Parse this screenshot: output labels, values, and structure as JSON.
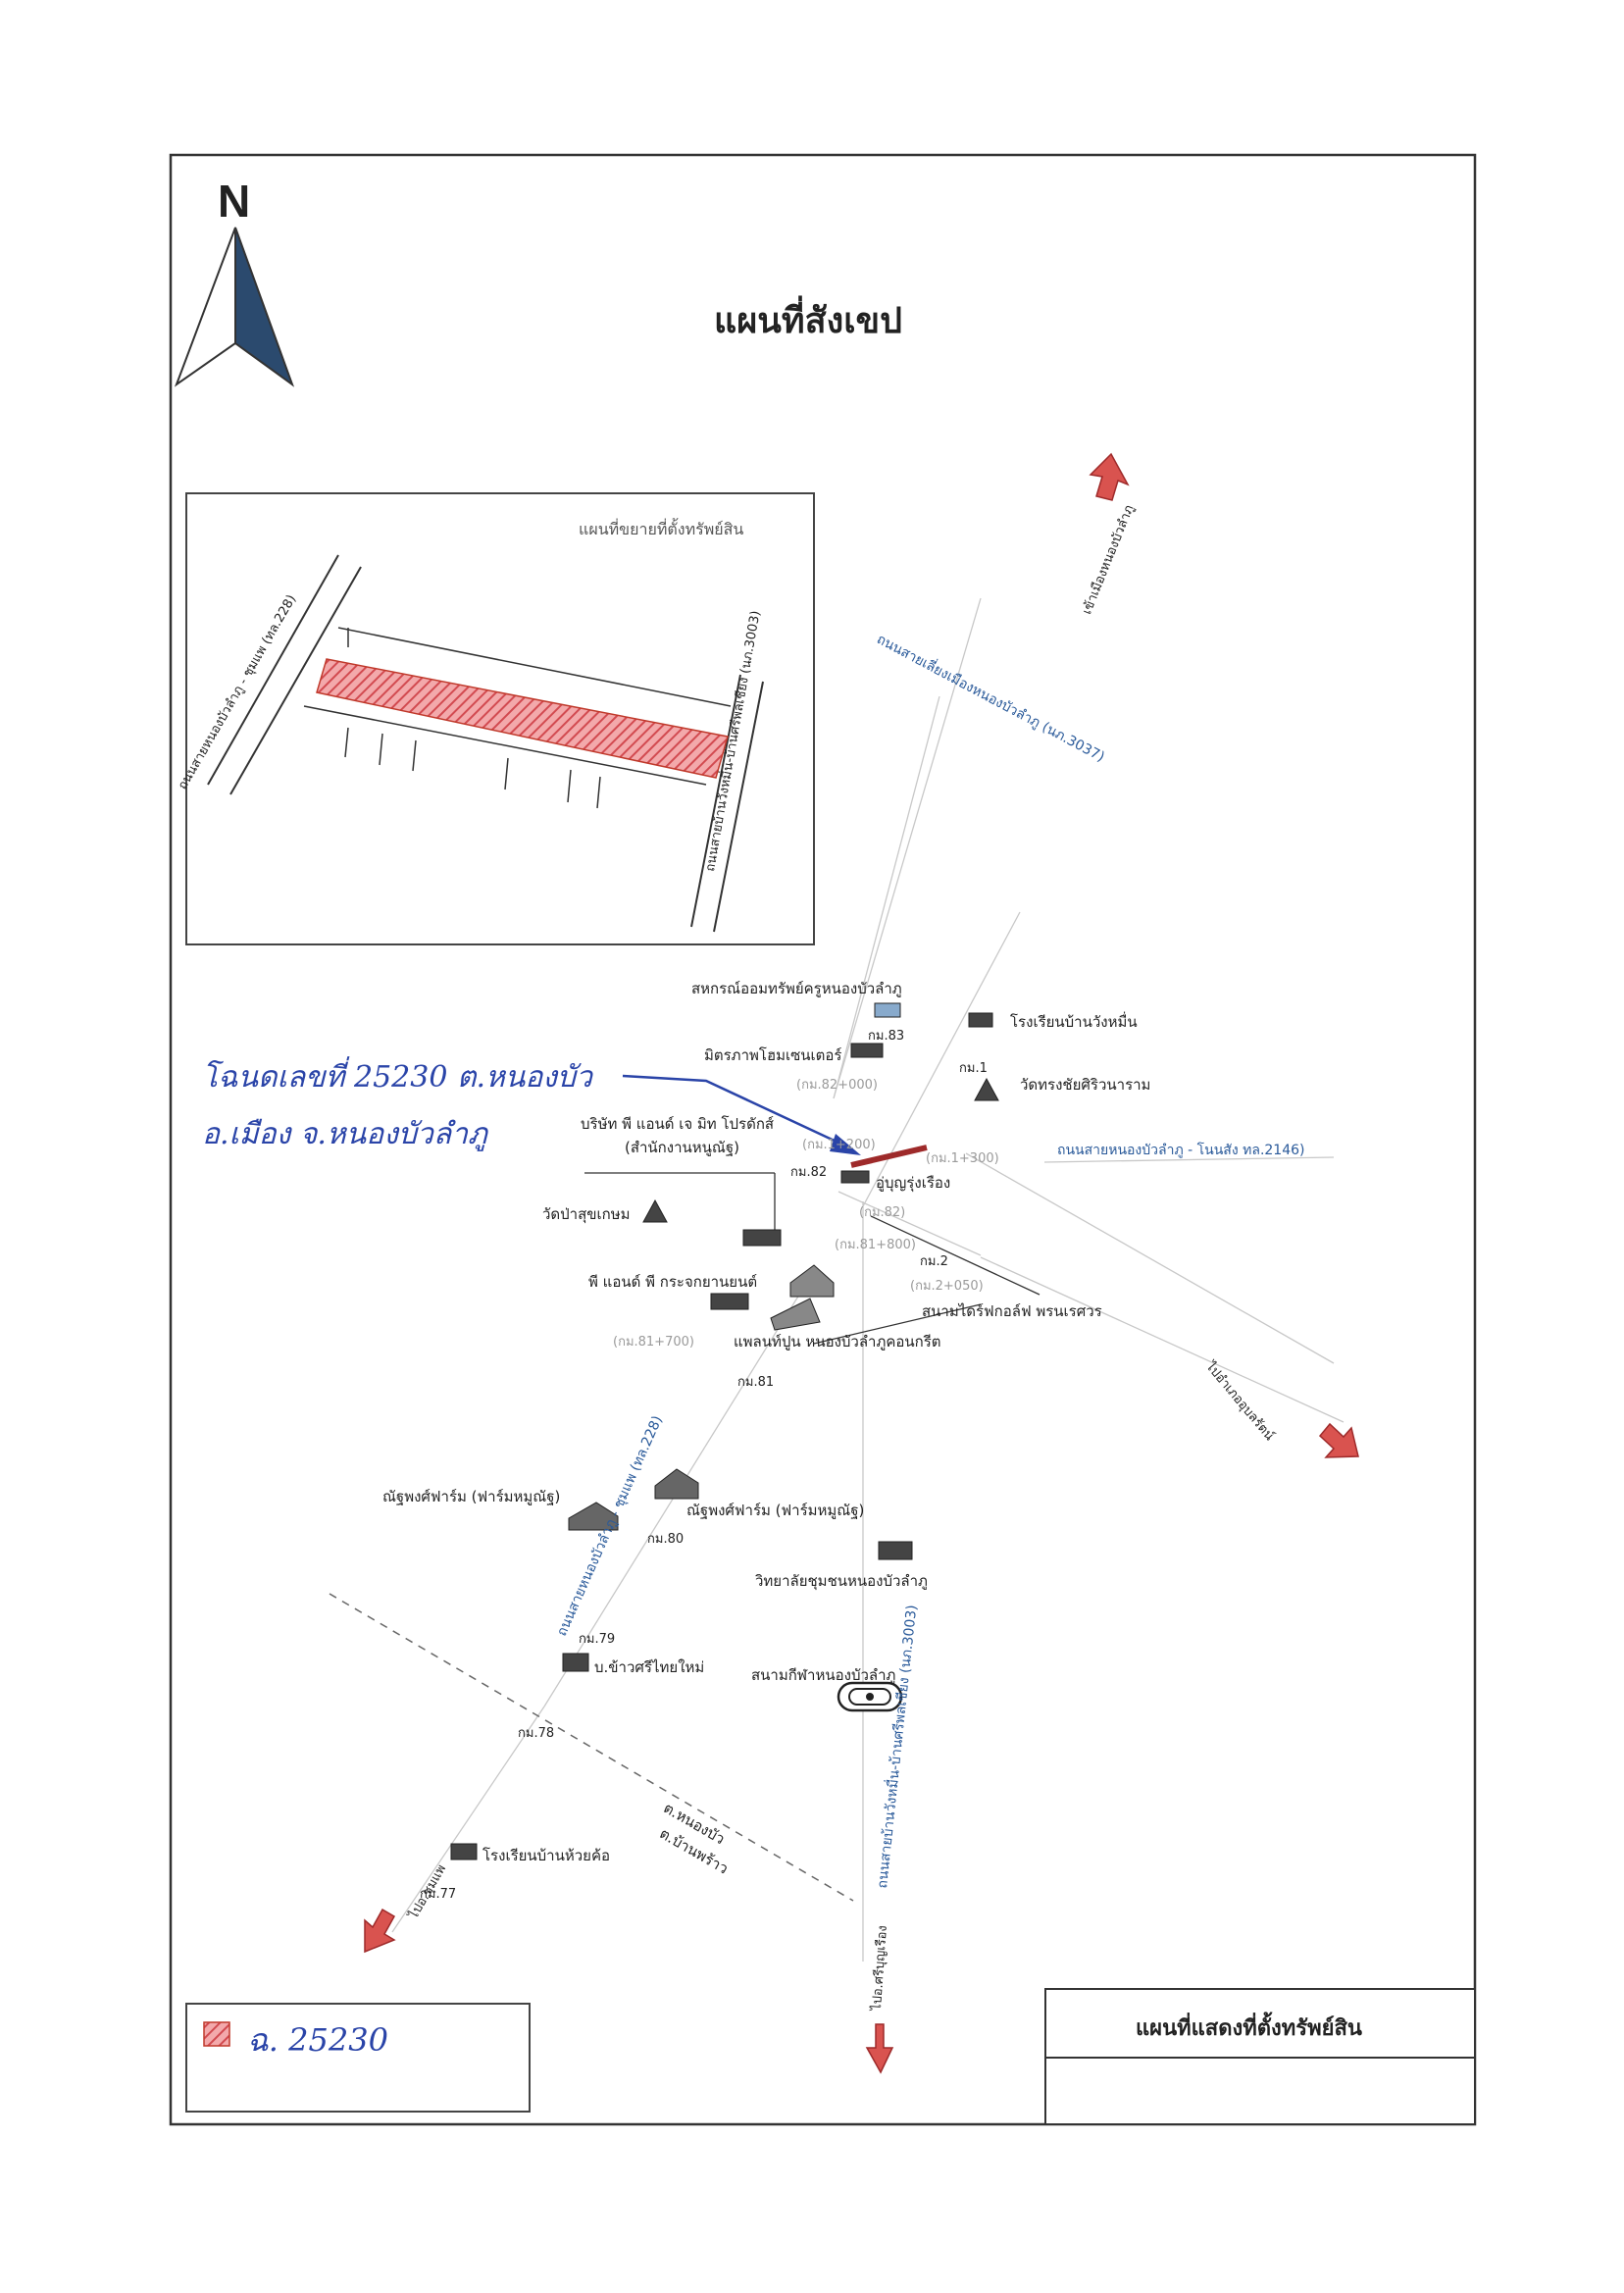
{
  "north_label": "N",
  "title": "แผนที่สังเขป",
  "inset": {
    "title": "แผนที่ขยายที่ตั้งทรัพย์สิน",
    "road_left": "ถนนสายหนองบัวลำภู - ชุมแพ (ทล.228)",
    "road_right": "ถนนสายบ้านวังหมื่น-บ้านศรีพลเชียง (นภ.3003)"
  },
  "roads": {
    "north_road": "ถนนสายเลี่ยงเมืองหนองบัวลำภู (นภ.3037)",
    "north_arrow_text": "เข้าเมืองหนองบัวลำภู",
    "east_road": "ถนนสายหนองบัวลำภู - โนนสัง ทล.2146)",
    "east_arrow_text": "ไปอำเภออุบลรัตน์",
    "main_road": "ถนนสายหนองบัวลำภู - ชุมแพ (ทล.228)",
    "south_road": "ถนนสายบ้านวังหมื่น-บ้านศรีพลเชียง (นภ.3003)",
    "sw_arrow_text": "ไปอ.ชุมแพ",
    "s_arrow_text": "ไปอ.ศรีบุญเรือง"
  },
  "handwritten": {
    "line1": "โฉนดเลขที่ 25230 ต.หนองบัว",
    "line2": "อ.เมือง จ.หนองบัวลำภู",
    "legend": "ฉ. 25230"
  },
  "landmarks": {
    "coop": "สหกรณ์ออมทรัพย์ครูหนองบัวลำภู",
    "km83": "กม.83",
    "mitraphap": "มิตรภาพโฮมเซนเตอร์",
    "school_wang": "โรงเรียนบ้านวังหมื่น",
    "km1": "กม.1",
    "wat_song": "วัดทรงชัยศิริวนาราม",
    "pj_company_1": "บริษัท พี แอนด์ เจ มิท โปรดักส์",
    "pj_company_2": "(สำนักงานหนูณัฐ)",
    "km82": "กม.82",
    "auyun": "อู่บุญรุ่งเรือง",
    "wat_pa": "วัดป่าสุขเกษม",
    "pp_glass": "พี แอนด์ พี กระจกยานยนต์",
    "km2": "กม.2",
    "drive_range": "สนามไดร์ฟกอล์ฟ พรนเรศวร",
    "concrete": "แพลนท์ปูน หนองบัวลำภูคอนกรีต",
    "km81": "กม.81",
    "farm1": "ณัฐพงศ์ฟาร์ม (ฟาร์มหมูณัฐ)",
    "farm2": "ณัฐพงศ์ฟาร์ม (ฟาร์มหมูณัฐ)",
    "km80": "กม.80",
    "college": "วิทยาลัยชุมชนหนองบัวลำภู",
    "km79": "กม.79",
    "rice_co": "บ.ข้าวศรีไทยใหม่",
    "stadium": "สนามกีฬาหนองบัวลำภู",
    "km78": "กม.78",
    "tambon1": "ต.หนองบัว",
    "tambon2": "ต.บ้านพร้าว",
    "school_huai": "โรงเรียนบ้านห้วยค้อ",
    "km77": "กม.77"
  },
  "faint": {
    "f1": "(กม.82+000)",
    "f2": "(กม.1+200)",
    "f3": "(กม.1+300)",
    "f4": "(กม.82)",
    "f5": "(กม.81+800)",
    "f6": "(กม.2+050)",
    "f7": "(กม.81+700)"
  },
  "title_block": {
    "title": "แผนที่แสดงที่ตั้งทรัพย์สิน",
    "subtitle": ""
  },
  "colors": {
    "plot_fill": "#e46a6f",
    "road_blue": "#2a5a9a",
    "arrow_red": "#d9534f",
    "north_fill": "#2b4a6e"
  }
}
